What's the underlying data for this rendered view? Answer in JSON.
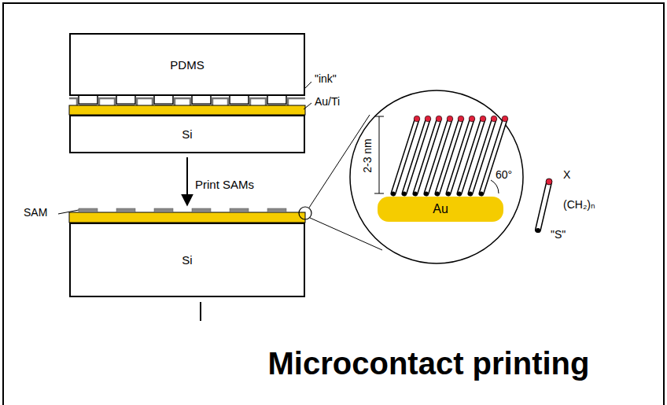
{
  "diagram": {
    "title": "Microcontact printing",
    "nodes": [
      {
        "text": [
          "PDMS"
        ]
      },
      {
        "text": [
          "Si"
        ]
      },
      {
        "text": [
          "Si"
        ]
      },
      {
        "text": [
          "Au"
        ]
      }
    ],
    "edges": [
      {
        "from": 1,
        "to": 2,
        "arrow": "to",
        "label": "Print SAMs"
      }
    ],
    "labels": [
      "\"ink\"",
      "Au/Ti",
      "SAM",
      "2-3 nm",
      "60°",
      "X",
      "(CH₂)ₙ",
      "\"S\""
    ]
  }
}
